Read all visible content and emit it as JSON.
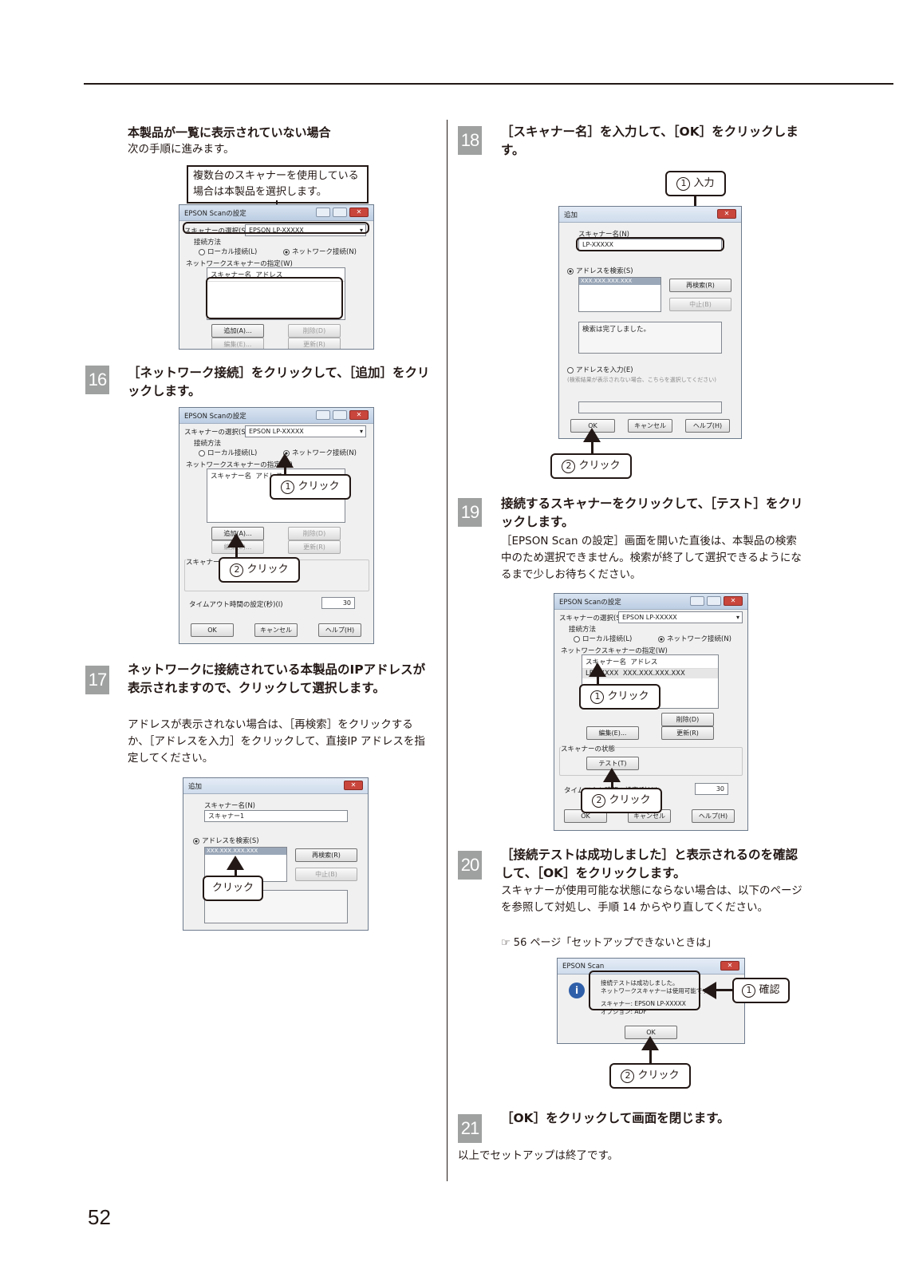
{
  "page_number": "52",
  "left": {
    "section_title": "本製品が一覧に表示されていない場合",
    "section_text": "次の手順に進みます。",
    "callout_multi": "複数台のスキャナーを使用している場合は本製品を選択します。",
    "step16": {
      "num": "16",
      "head": "［ネットワーク接続］をクリックして、［追加］をクリックします。",
      "c1": "クリック",
      "c2": "クリック",
      "n1": "1",
      "n2": "2"
    },
    "step17": {
      "num": "17",
      "head": "ネットワークに接続されている本製品のIPアドレスが表示されますので、クリックして選択します。",
      "body": "アドレスが表示されない場合は、［再検索］をクリックするか、［アドレスを入力］をクリックして、直接IP アドレスを指定してください。",
      "c1": "クリック"
    }
  },
  "right": {
    "step18": {
      "num": "18",
      "head": "［スキャナー名］を入力して、［OK］をクリックします。",
      "c1": "入力",
      "c2": "クリック",
      "n1": "1",
      "n2": "2"
    },
    "step19": {
      "num": "19",
      "head": "接続するスキャナーをクリックして、［テスト］をクリックします。",
      "body": "［EPSON Scan の設定］画面を開いた直後は、本製品の検索中のため選択できません。検索が終了して選択できるようになるまで少しお待ちください。",
      "c1": "クリック",
      "c2": "クリック",
      "n1": "1",
      "n2": "2"
    },
    "step20": {
      "num": "20",
      "head": "［接続テストは成功しました］と表示されるのを確認して、［OK］をクリックします。",
      "body": "スキャナーが使用可能な状態にならない場合は、以下のページを参照して対処し、手順 14 からやり直してください。",
      "ref": "56 ページ「セットアップできないときは」",
      "c1": "確認",
      "c2": "クリック",
      "n1": "1",
      "n2": "2"
    },
    "step21": {
      "num": "21",
      "head": "［OK］をクリックして画面を閉じます。"
    },
    "closing": "以上でセットアップは終了です。"
  },
  "dialog_scan": {
    "title": "EPSON Scanの設定",
    "scanner_select_label": "スキャナーの選択(S)",
    "scanner_select_value": "EPSON LP-XXXXX",
    "conn_method": "接続方法",
    "local": "ローカル接続(L)",
    "network": "ネットワーク接続(N)",
    "net_spec": "ネットワークスキャナーの指定(W)",
    "col_name": "スキャナー名",
    "col_addr": "アドレス",
    "row_name": "LP-XXXXX",
    "row_addr": "XXX.XXX.XXX.XXX",
    "add": "追加(A)...",
    "delete": "削除(D)",
    "edit": "編集(E)...",
    "update": "更新(R)",
    "status": "スキャナーの状態",
    "test": "テスト(T)",
    "timeout": "タイムアウト時間の設定(秒)(I)",
    "timeout_val": "30",
    "ok": "OK",
    "cancel": "キャンセル",
    "help": "ヘルプ(H)"
  },
  "dialog_add": {
    "title": "追加",
    "name_label": "スキャナー名(N)",
    "name_value_17": "スキャナー1",
    "name_value_18": "LP-XXXXX",
    "search": "アドレスを検索(S)",
    "list_item": "XXX.XXX.XXX.XXX",
    "research": "再検索(R)",
    "stop": "中止(B)",
    "done": "検索は完了しました。",
    "enter": "アドレスを入力(E)",
    "enter_note": "(検索結果が表示されない場合、こちらを選択してください)",
    "ok": "OK",
    "cancel": "キャンセル",
    "help": "ヘルプ(H)"
  },
  "dialog_result": {
    "title": "EPSON Scan",
    "line1": "接続テストは成功しました。",
    "line2": "ネットワークスキャナーは使用可能です。",
    "scanner": "スキャナー: EPSON LP-XXXXX",
    "option": "オプション: ADF",
    "ok": "OK"
  }
}
